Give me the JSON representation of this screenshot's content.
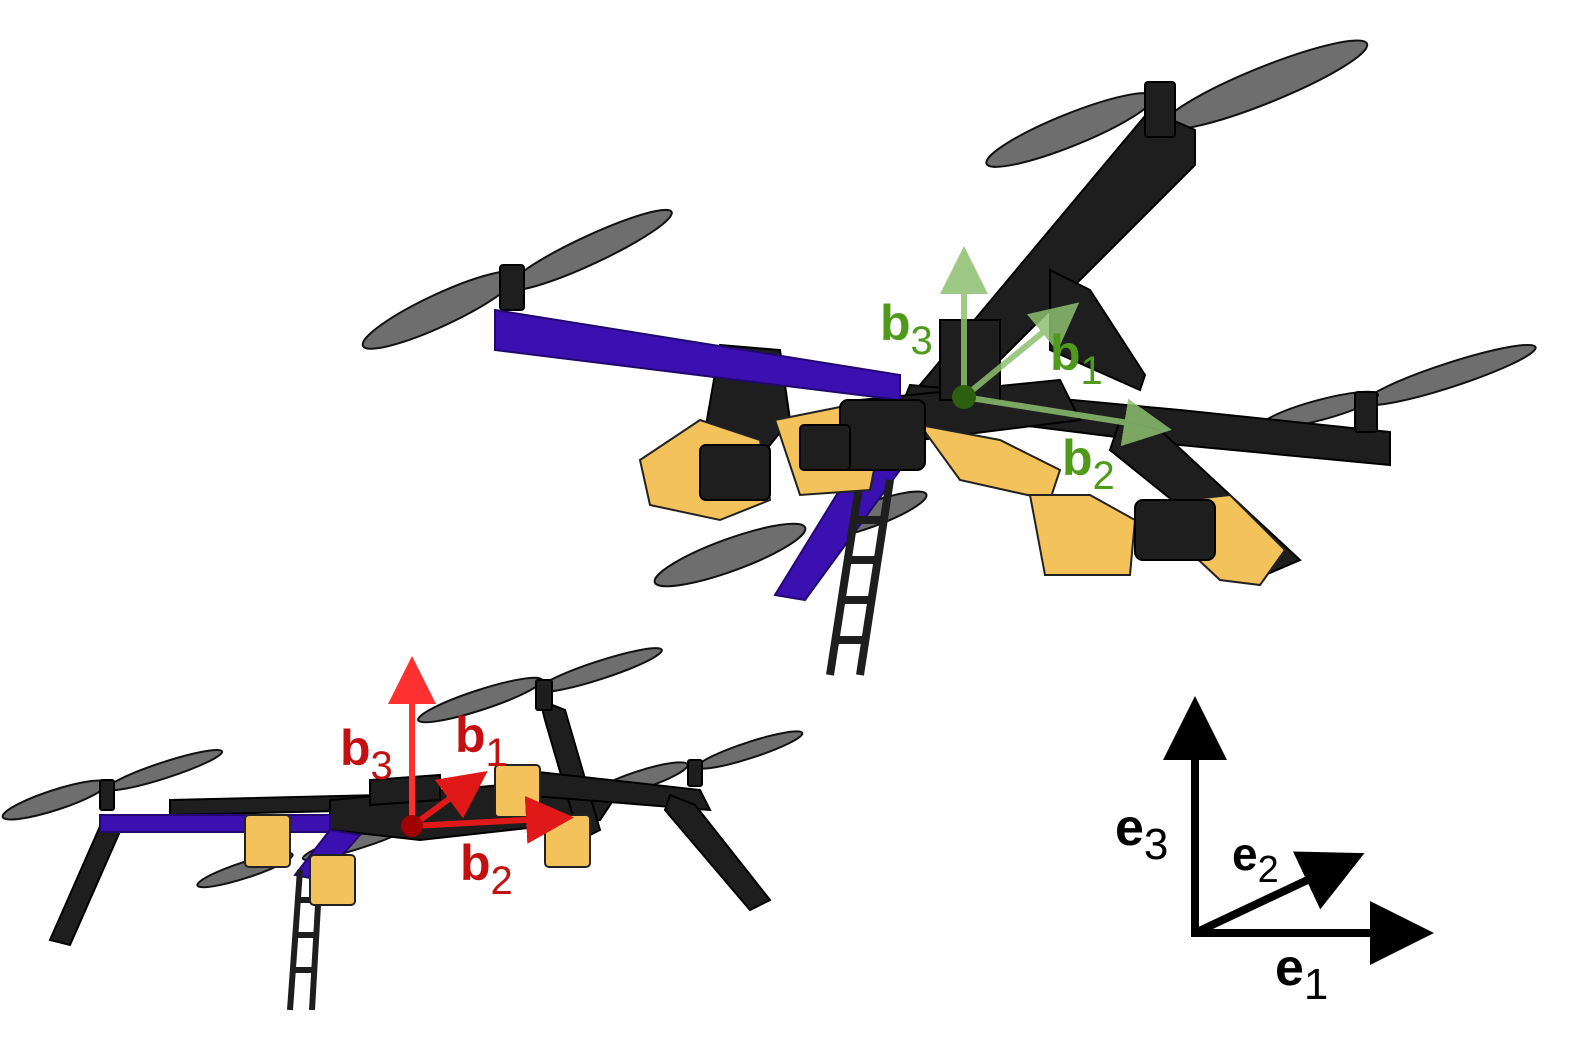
{
  "colors": {
    "background": "#ffffff",
    "frame": "#1e1e1e",
    "arm_purple": "#3a10b0",
    "arm_purple_dark": "#220870",
    "gold": "#f4c25a",
    "gold_dark": "#c99433",
    "propeller": "#6e6e6e",
    "green_frame": "#4f9a1a",
    "green_frame_light": "#8cc070",
    "green_dot": "#2c6010",
    "red_frame": "#c41010",
    "red_frame_light": "#ff3030",
    "red_dot": "#a00000",
    "inertial": "#000000"
  },
  "labels": {
    "green_b3": {
      "base": "b",
      "sub": "3"
    },
    "green_b1": {
      "base": "b",
      "sub": "1"
    },
    "green_b2": {
      "base": "b",
      "sub": "2"
    },
    "red_b3": {
      "base": "b",
      "sub": "3"
    },
    "red_b1": {
      "base": "b",
      "sub": "1"
    },
    "red_b2": {
      "base": "b",
      "sub": "2"
    },
    "e3": {
      "base": "e",
      "sub": "3"
    },
    "e2": {
      "base": "e",
      "sub": "2"
    },
    "e1": {
      "base": "e",
      "sub": "1"
    }
  }
}
